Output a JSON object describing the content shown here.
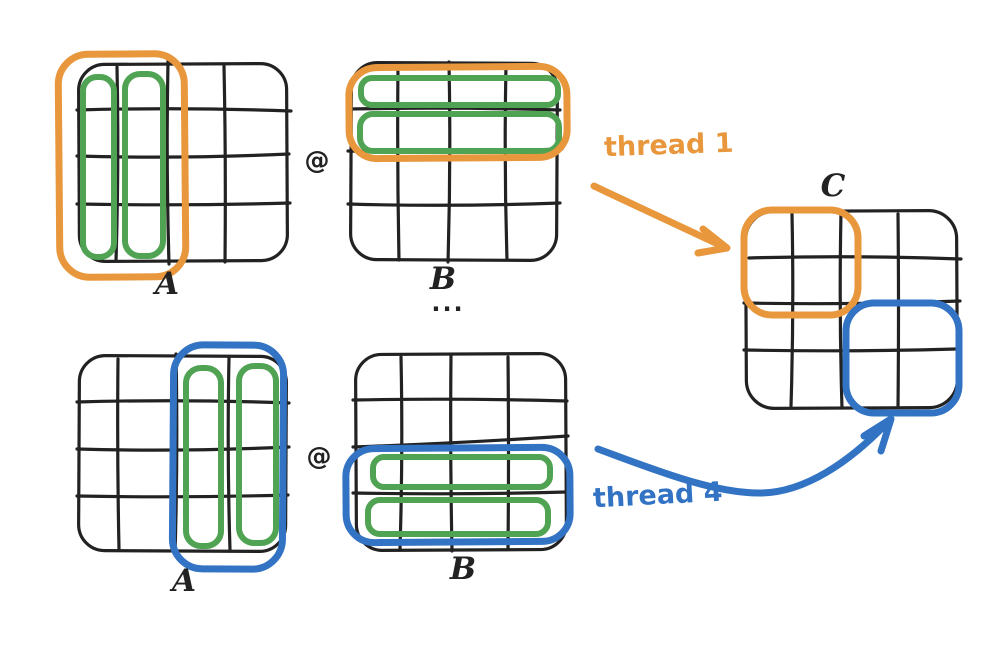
{
  "colors": {
    "ink": "#222222",
    "orange": "#E8973C",
    "green": "#4FA353",
    "blue": "#3273C4"
  },
  "labels": {
    "matrix_a_top": "A",
    "matrix_b_top": "B",
    "matrix_a_bottom": "A",
    "matrix_b_bottom": "B",
    "matrix_c": "C",
    "operator_top": "@",
    "operator_bottom": "@",
    "ellipsis": "...",
    "thread_1": "thread 1",
    "thread_4": "thread 4"
  },
  "structure": {
    "matrices": [
      {
        "name": "A (top)",
        "grid": "4x4",
        "highlight": {
          "color": "orange",
          "region": "columns 1-2"
        },
        "inner_highlights": {
          "color": "green",
          "regions": [
            "column 1",
            "column 2"
          ]
        }
      },
      {
        "name": "B (top)",
        "grid": "4x4",
        "highlight": {
          "color": "orange",
          "region": "rows 1-2"
        },
        "inner_highlights": {
          "color": "green",
          "regions": [
            "row 1",
            "row 2"
          ]
        }
      },
      {
        "name": "A (bottom)",
        "grid": "4x4",
        "highlight": {
          "color": "blue",
          "region": "columns 3-4"
        },
        "inner_highlights": {
          "color": "green",
          "regions": [
            "column 3",
            "column 4"
          ]
        }
      },
      {
        "name": "B (bottom)",
        "grid": "4x4",
        "highlight": {
          "color": "blue",
          "region": "rows 3-4"
        },
        "inner_highlights": {
          "color": "green",
          "regions": [
            "row 3",
            "row 4"
          ]
        }
      },
      {
        "name": "C",
        "grid": "4x4",
        "highlights": [
          {
            "color": "orange",
            "region": "top-left 2x2 block"
          },
          {
            "color": "blue",
            "region": "bottom-right 2x2 block"
          }
        ]
      }
    ],
    "arrows": [
      {
        "label": "thread 1",
        "color": "orange",
        "to": "C top-left block"
      },
      {
        "label": "thread 4",
        "color": "blue",
        "to": "C bottom-right block"
      }
    ]
  }
}
